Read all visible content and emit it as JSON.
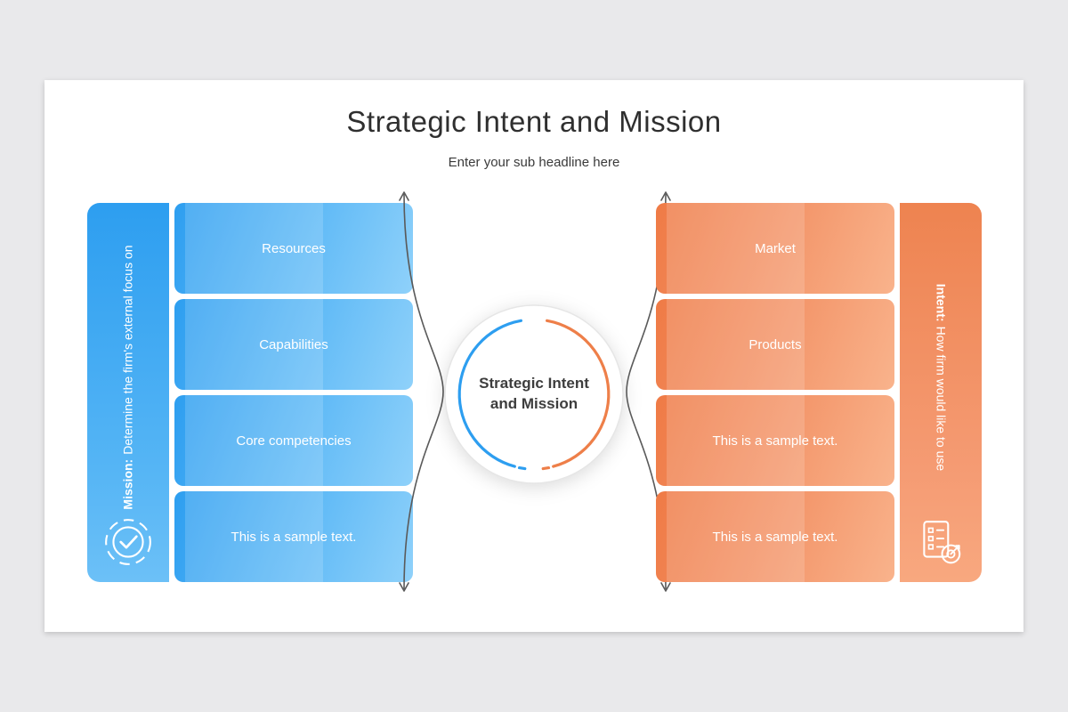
{
  "page": {
    "title": "Strategic Intent and Mission",
    "subtitle": "Enter your sub headline here"
  },
  "center": {
    "label": "Strategic Intent and Mission"
  },
  "left": {
    "sidebar": {
      "bold": "Mission:",
      "text": "Determine the firm's external focus on",
      "icon": "target-check-icon"
    },
    "boxes": [
      "Resources",
      "Capabilities",
      "Core competencies",
      "This is a sample text."
    ]
  },
  "right": {
    "sidebar": {
      "bold": "Intent:",
      "text": "How firm would like to use",
      "icon": "document-target-icon"
    },
    "boxes": [
      "Market",
      "Products",
      "This is a sample text.",
      "This is a sample text."
    ]
  },
  "colors": {
    "blue": "#3FA9F5",
    "orange": "#F28A58",
    "title_text": "#2F2F2F"
  }
}
